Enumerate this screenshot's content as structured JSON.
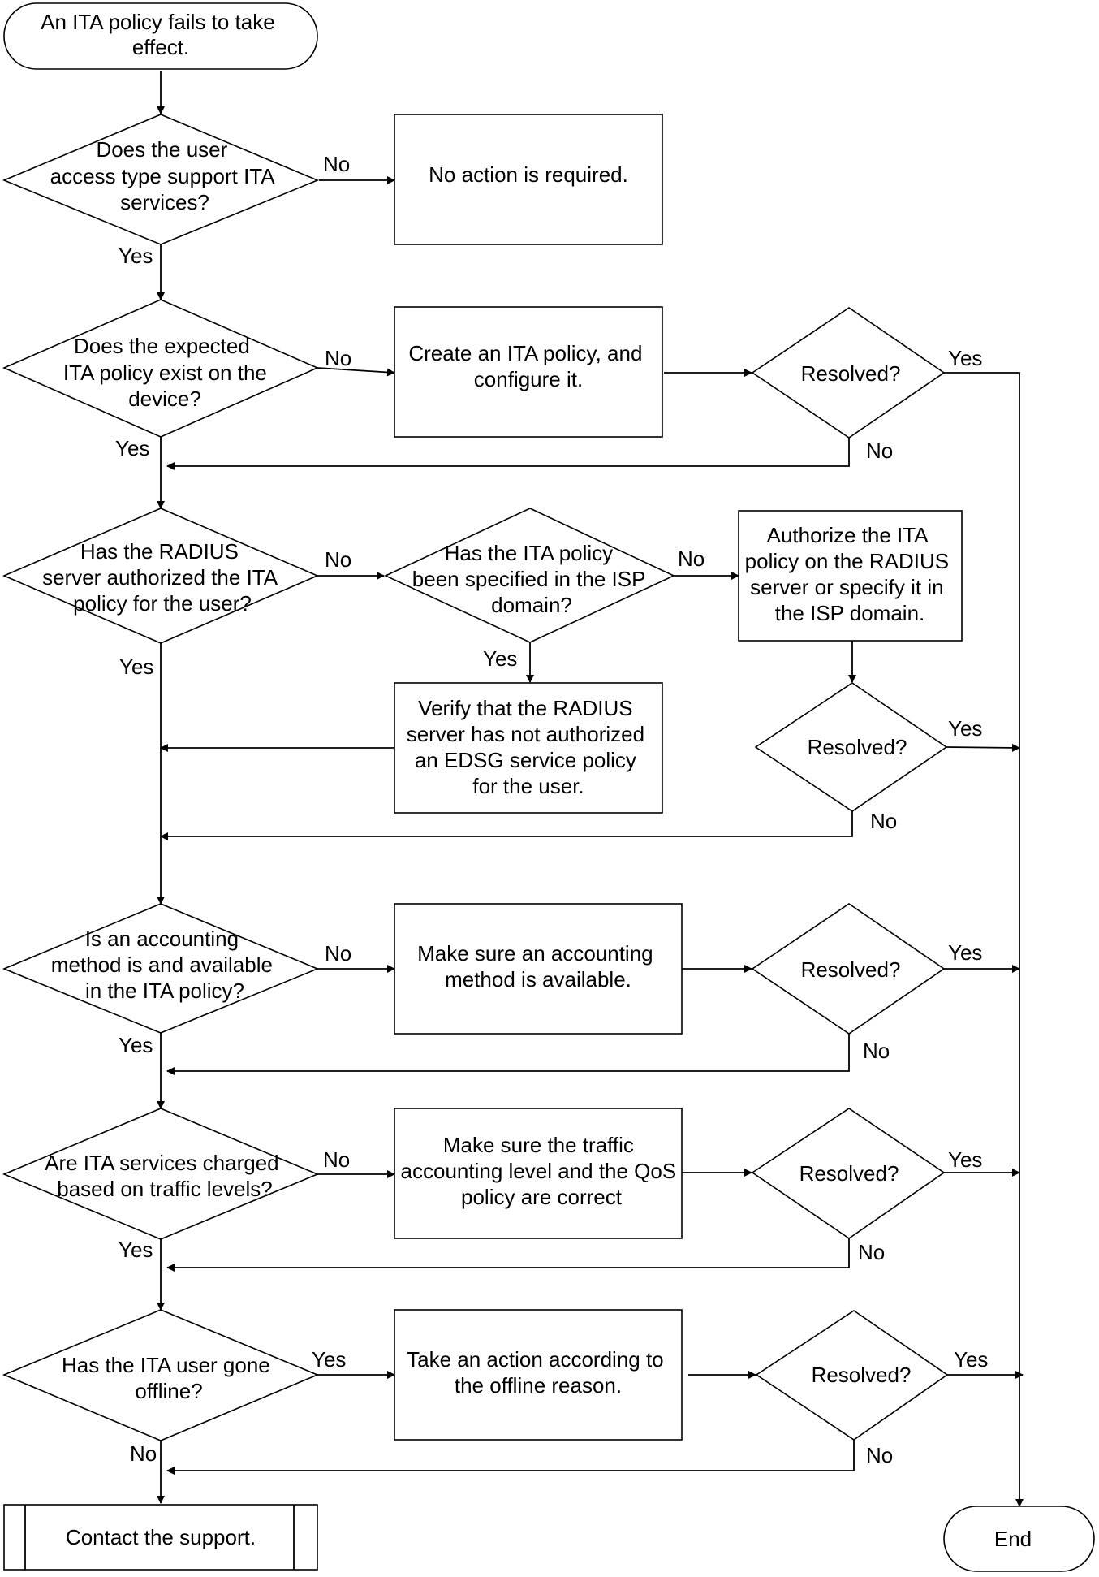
{
  "start": [
    "An ITA policy fails to take",
    "effect."
  ],
  "end": "End",
  "contact": "Contact the support.",
  "labels": {
    "yes": "Yes",
    "no": "No"
  },
  "decisions": {
    "access_type": [
      "Does the user",
      "access type support ITA",
      "services?"
    ],
    "policy_exists": [
      "Does the expected",
      "ITA policy exist on the",
      "device?"
    ],
    "radius_authorized": [
      "Has the RADIUS",
      "server authorized the ITA",
      "policy for the user?"
    ],
    "isp_specified": [
      "Has the ITA policy",
      "been specified in the ISP",
      "domain?"
    ],
    "accounting_method": [
      "Is an accounting",
      "method is and available",
      "in the ITA policy?"
    ],
    "traffic_levels": [
      "Are ITA services charged",
      "based on traffic levels?"
    ],
    "gone_offline": [
      "Has the ITA user gone",
      "offline?"
    ],
    "resolved": "Resolved?"
  },
  "actions": {
    "no_action": [
      "No action is required."
    ],
    "create_policy": [
      "Create an ITA policy, and",
      "configure it."
    ],
    "authorize_policy": [
      "Authorize the ITA",
      "policy on the RADIUS",
      "server or specify it in",
      "the ISP domain."
    ],
    "verify_edsg": [
      "Verify that the RADIUS",
      "server has not authorized",
      "an EDSG service policy",
      "for the user."
    ],
    "accounting_available": [
      "Make sure an accounting",
      "method is available."
    ],
    "traffic_qos": [
      "Make sure the traffic",
      "accounting level and the QoS",
      "policy are correct"
    ],
    "offline_reason": [
      "Take an action according to",
      "the offline reason."
    ]
  }
}
